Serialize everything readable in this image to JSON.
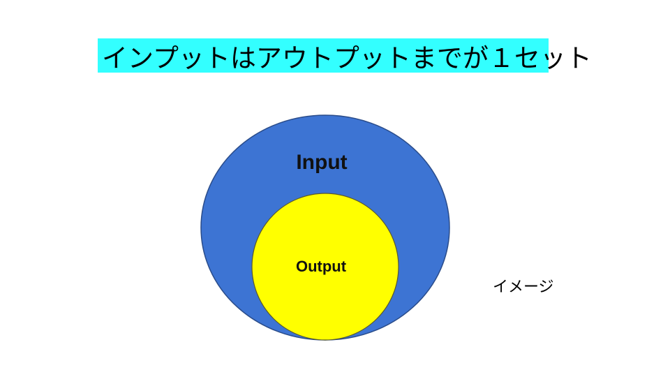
{
  "title": {
    "text": "インプットはアウトプットまでが１セット",
    "background": "#33ffff"
  },
  "diagram": {
    "outer": {
      "label": "Input",
      "fill": "#3d74d3",
      "stroke": "#2a4c8a"
    },
    "inner": {
      "label": "Output",
      "fill": "#ffff00",
      "stroke": "#5a5a2a"
    }
  },
  "note": {
    "text": "イメージ"
  }
}
